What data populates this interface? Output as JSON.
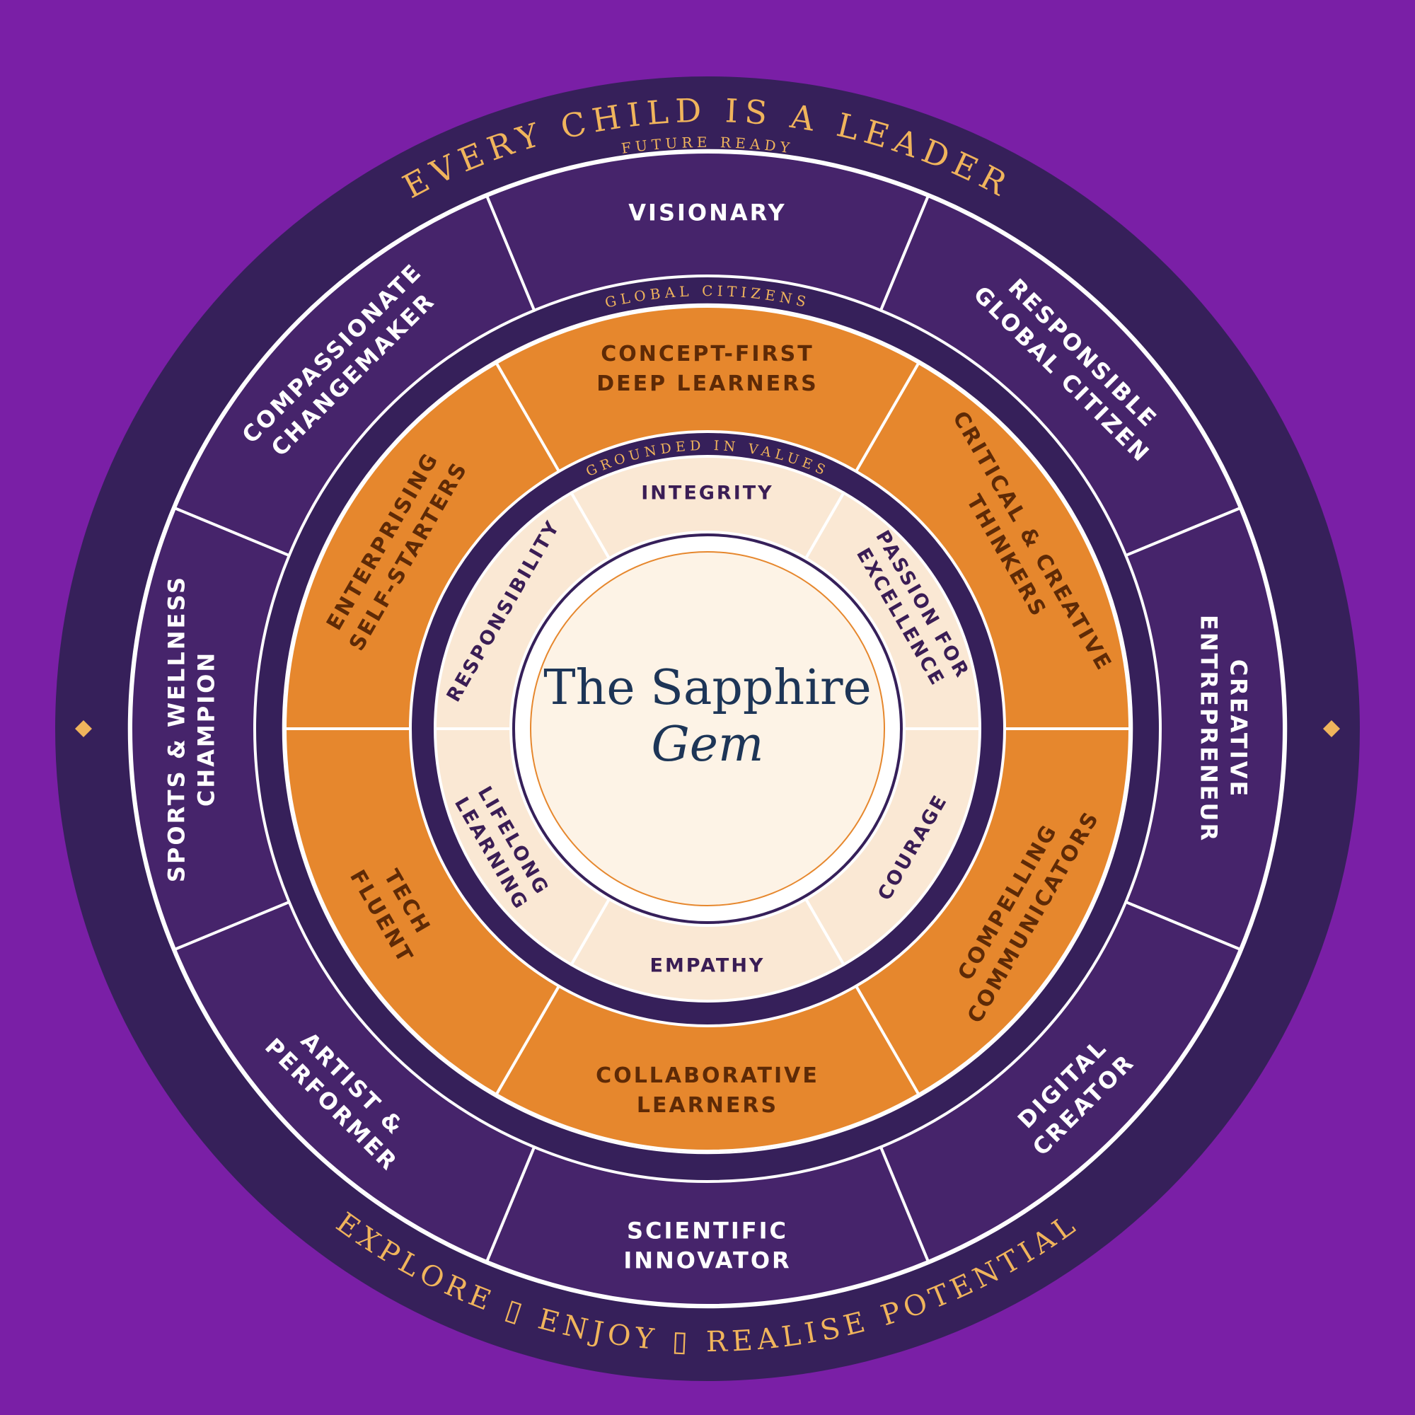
{
  "colors": {
    "page_bg": "#7a1fa6",
    "outer_ring": "#36205a",
    "purple_segment": "#46246b",
    "orange_segment": "#e6872d",
    "cream_segment": "#fae8d4",
    "center_fill": "#fdf3e6",
    "gold": "#f0b45c",
    "orange_text": "#5e2a06",
    "cream_text": "#3a1d55",
    "white": "#ffffff",
    "navy": "#1d3557"
  },
  "outer_ring": {
    "top_text": "EVERY CHILD IS A LEADER",
    "bottom_text": "EXPLORE ▯ ENJOY ▯ REALISE POTENTIAL"
  },
  "rings": {
    "future_ready": "FUTURE READY",
    "global_citizens": "GLOBAL CITIZENS",
    "grounded_in_values": "GROUNDED IN VALUES"
  },
  "purple_segments": [
    {
      "lines": [
        "VISIONARY"
      ]
    },
    {
      "lines": [
        "RESPONSIBLE",
        "GLOBAL CITIZEN"
      ]
    },
    {
      "lines": [
        "CREATIVE",
        "ENTREPRENEUR"
      ]
    },
    {
      "lines": [
        "DIGITAL",
        "CREATOR"
      ]
    },
    {
      "lines": [
        "SCIENTIFIC",
        "INNOVATOR"
      ]
    },
    {
      "lines": [
        "ARTIST &",
        "PERFORMER"
      ]
    },
    {
      "lines": [
        "SPORTS & WELLNESS",
        "CHAMPION"
      ]
    },
    {
      "lines": [
        "COMPASSIONATE",
        "CHANGEMAKER"
      ]
    }
  ],
  "orange_segments": [
    {
      "lines": [
        "CONCEPT-FIRST",
        "DEEP LEARNERS"
      ]
    },
    {
      "lines": [
        "CRITICAL & CREATIVE",
        "THINKERS"
      ]
    },
    {
      "lines": [
        "COMPELLING",
        "COMMUNICATORS"
      ]
    },
    {
      "lines": [
        "COLLABORATIVE",
        "LEARNERS"
      ]
    },
    {
      "lines": [
        "TECH",
        "FLUENT"
      ]
    },
    {
      "lines": [
        "ENTERPRISING",
        "SELF-STARTERS"
      ]
    }
  ],
  "cream_segments": [
    {
      "lines": [
        "INTEGRITY"
      ]
    },
    {
      "lines": [
        "PASSION FOR",
        "EXCELLENCE"
      ]
    },
    {
      "lines": [
        "COURAGE"
      ]
    },
    {
      "lines": [
        "EMPATHY"
      ]
    },
    {
      "lines": [
        "LIFELONG",
        "LEARNING"
      ]
    },
    {
      "lines": [
        "RESPONSIBILITY"
      ]
    }
  ],
  "center": {
    "line1": "The Sapphire",
    "line2": "Gem"
  }
}
